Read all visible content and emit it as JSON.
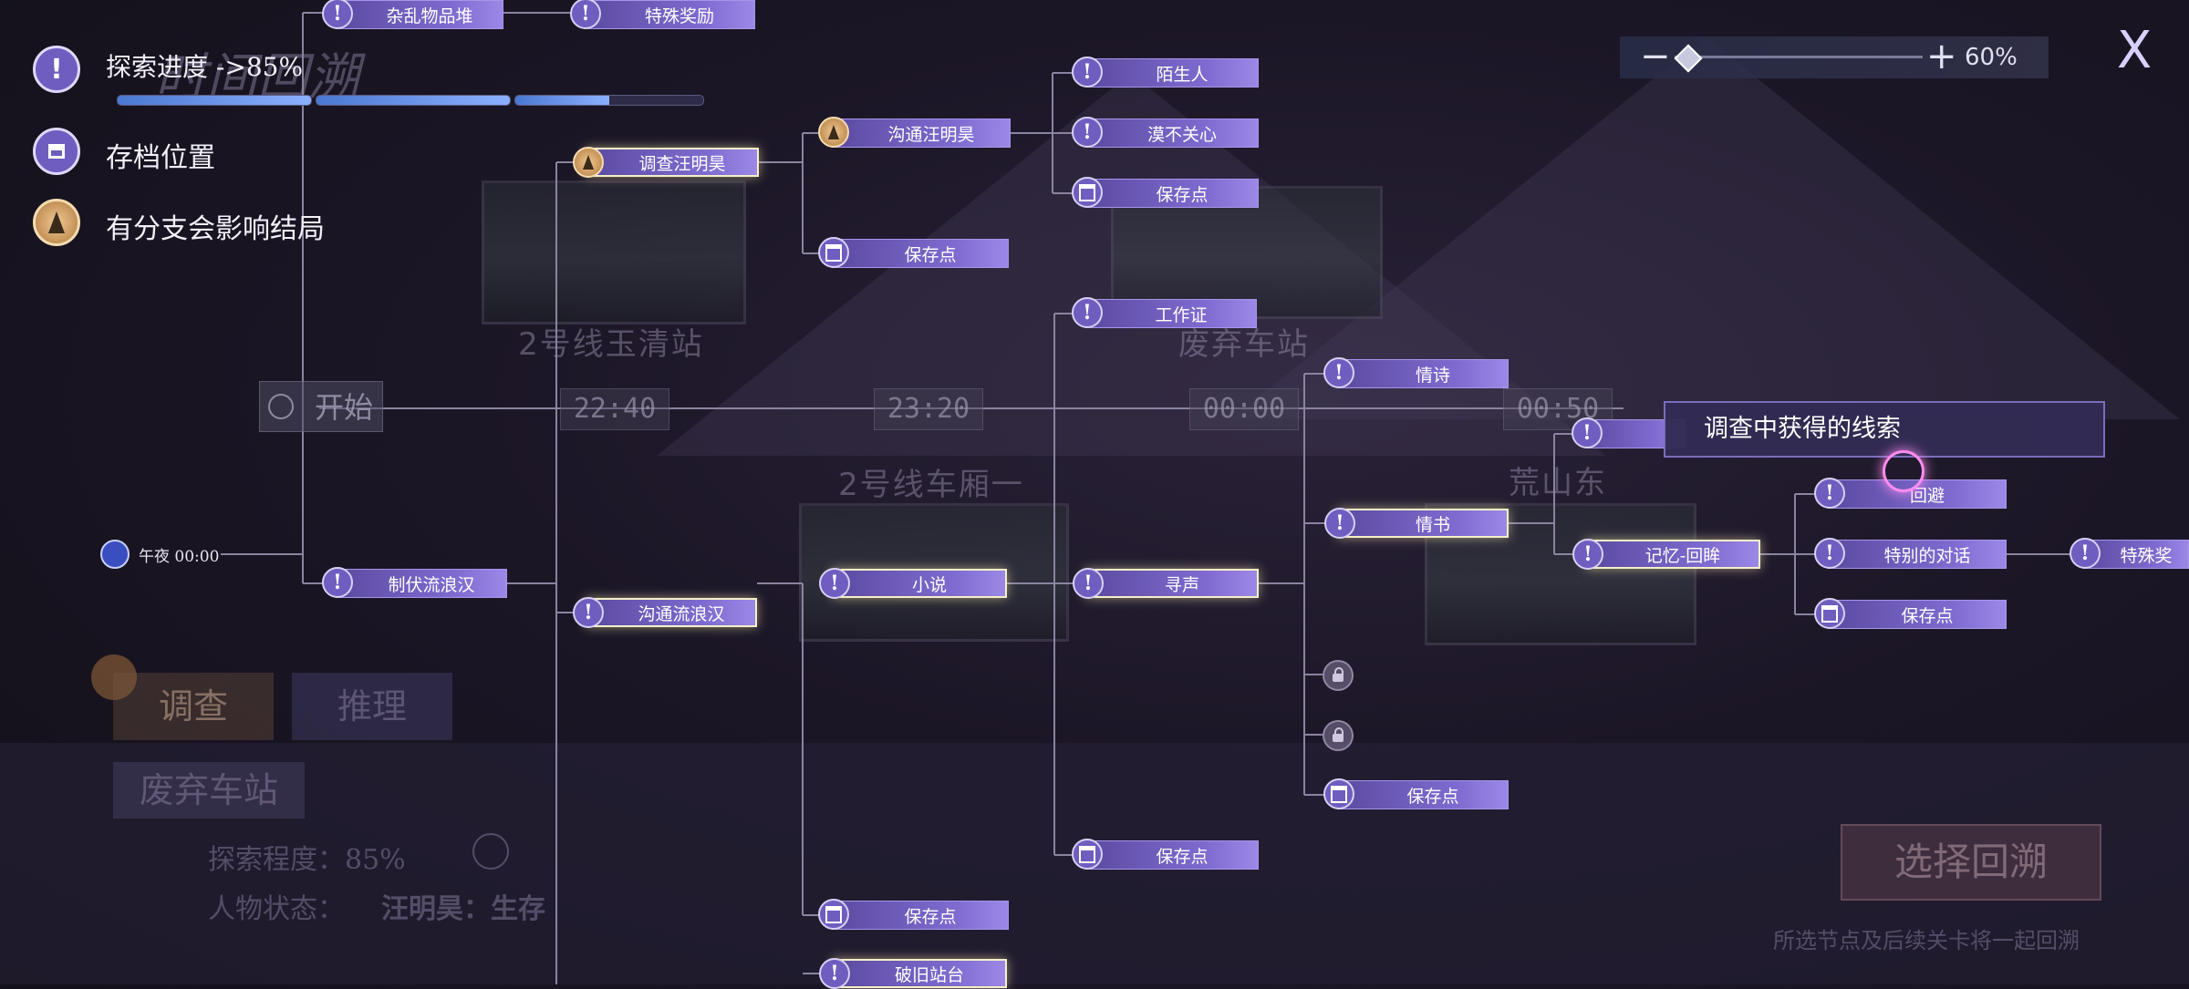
{
  "legend": {
    "progress_label": "探索进度 ->85%",
    "progress_segments": [
      1.0,
      1.0,
      0.5
    ],
    "save_label": "存档位置",
    "branch_label": "有分支会影响结局"
  },
  "header_faded_title": "时间回溯",
  "zoom": {
    "minus": "−",
    "plus": "+",
    "value_label": "60%",
    "level": 0.0
  },
  "close_label": "X",
  "start_label": "开始",
  "midnight_label": "午夜 00:00",
  "timeline": [
    "22:40",
    "23:20",
    "00:00",
    "00:50"
  ],
  "scenes": [
    "2号线玉清站",
    "2号线车厢一",
    "废弃车站",
    "荒山东"
  ],
  "nodes": {
    "n_zawu": "杂乱物品堆",
    "n_teshu1": "特殊奖励",
    "n_diaocha": "调查汪明昊",
    "n_goutong_wang": "沟通汪明昊",
    "n_save1": "保存点",
    "n_mosheng": "陌生人",
    "n_mobu": "漠不关心",
    "n_save2": "保存点",
    "n_gongzuo": "工作证",
    "n_qingshi": "情诗",
    "n_qingshu": "情书",
    "n_zhifu": "制伏流浪汉",
    "n_goutong_liu": "沟通流浪汉",
    "n_xiaoshuo": "小说",
    "n_xunsheng": "寻声",
    "n_jiyi": "记忆-回眸",
    "n_huibi": "回避",
    "n_tebie": "特别的对话",
    "n_teshu2": "特殊奖",
    "n_save3": "保存点",
    "n_save4": "保存点",
    "n_save5": "保存点",
    "n_save6": "保存点",
    "n_poju": "破旧站台"
  },
  "tooltip": "调查中获得的线索",
  "tabs": {
    "investigate": "调查",
    "reason": "推理"
  },
  "location": "废弃车站",
  "info": {
    "explore_label": "探索程度：85%",
    "status_label": "人物状态：",
    "status_value": "汪明昊：生存"
  },
  "confirm_button": "选择回溯",
  "confirm_hint": "所选节点及后续关卡将一起回溯",
  "colors": {
    "node": "#7f6bd0",
    "accent": "#a895ea",
    "selected_border": "#f6f0c8",
    "bg": "#1b1626"
  }
}
